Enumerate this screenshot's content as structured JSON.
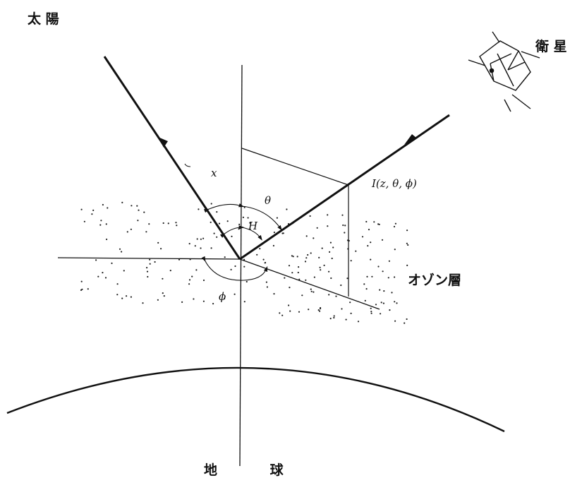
{
  "labels": {
    "sun": "太 陽",
    "satellite": "衛 星",
    "ozone_layer": "オゾン層",
    "earth": "地 球",
    "intensity": "I(z, θ, ϕ)",
    "solar_zenith_angle": "θ",
    "satellite_angle": "H",
    "azimuth": "ϕ",
    "path": "x"
  }
}
